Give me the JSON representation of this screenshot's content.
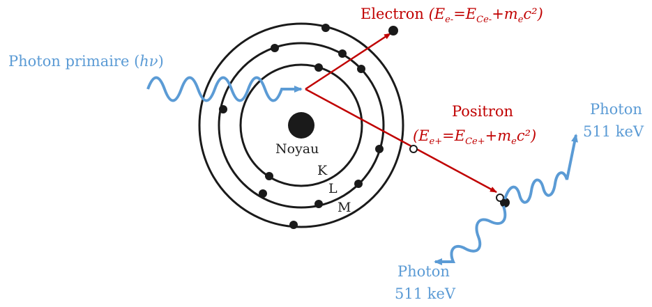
{
  "colors": {
    "blue": "#5b9bd5",
    "red": "#c00000",
    "black": "#1a1a1a"
  },
  "labels": {
    "photon_primaire_prefix": "Photon primaire (",
    "photon_primaire_hv": "hν",
    "photon_primaire_suffix": ")",
    "electron_word": "Electron",
    "electron_formula": "(E",
    "electron_sub1": "e-",
    "electron_eq": "=E",
    "electron_sub2": "Ce-",
    "electron_plus": "+m",
    "electron_sub3": "e",
    "electron_c2": "c²)",
    "positron_word": "Positron",
    "positron_formula": "(E",
    "positron_sub1": "e+",
    "positron_eq": "=E",
    "positron_sub2": "Ce+",
    "positron_plus": "+m",
    "positron_sub3": "e",
    "positron_c2": "c²)",
    "photon_right_1": "Photon",
    "photon_right_2": "511 keV",
    "photon_bottom_1": "Photon",
    "photon_bottom_2": "511 keV",
    "noyau": "Noyau",
    "shell_k": "K",
    "shell_l": "L",
    "shell_m": "M"
  }
}
